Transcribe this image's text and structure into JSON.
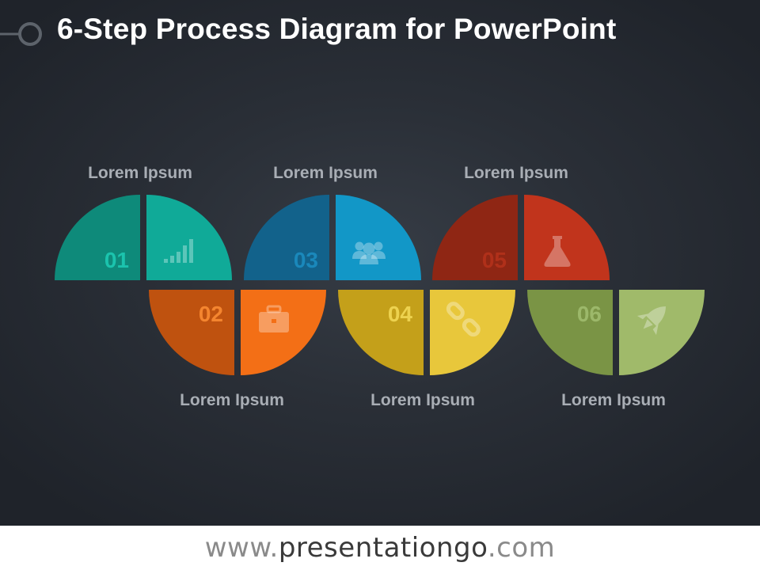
{
  "title": "6-Step Process Diagram for PowerPoint",
  "steps": [
    {
      "number": "01",
      "label": "Lorem Ipsum",
      "icon": "bar-chart-icon",
      "colors": {
        "left": "#0e8a7a",
        "right": "#10aa98",
        "number": "#1bc3ad"
      }
    },
    {
      "number": "02",
      "label": "Lorem Ipsum",
      "icon": "briefcase-icon",
      "colors": {
        "left": "#bf520f",
        "right": "#f36f16",
        "number": "#f4852f"
      }
    },
    {
      "number": "03",
      "label": "Lorem Ipsum",
      "icon": "people-icon",
      "colors": {
        "left": "#12628b",
        "right": "#1297c7",
        "number": "#1a88bb"
      }
    },
    {
      "number": "04",
      "label": "Lorem Ipsum",
      "icon": "chain-link-icon",
      "colors": {
        "left": "#c4a01a",
        "right": "#e8c73b",
        "number": "#edd24f"
      }
    },
    {
      "number": "05",
      "label": "Lorem Ipsum",
      "icon": "flask-icon",
      "colors": {
        "left": "#8f2614",
        "right": "#c1341c",
        "number": "#b0301a"
      }
    },
    {
      "number": "06",
      "label": "Lorem Ipsum",
      "icon": "rocket-icon",
      "colors": {
        "left": "#7a9445",
        "right": "#a0ba6a",
        "number": "#9cb86a"
      }
    }
  ],
  "footer": {
    "prefix": "www.",
    "brand": "presentationgo",
    "suffix": ".com"
  }
}
